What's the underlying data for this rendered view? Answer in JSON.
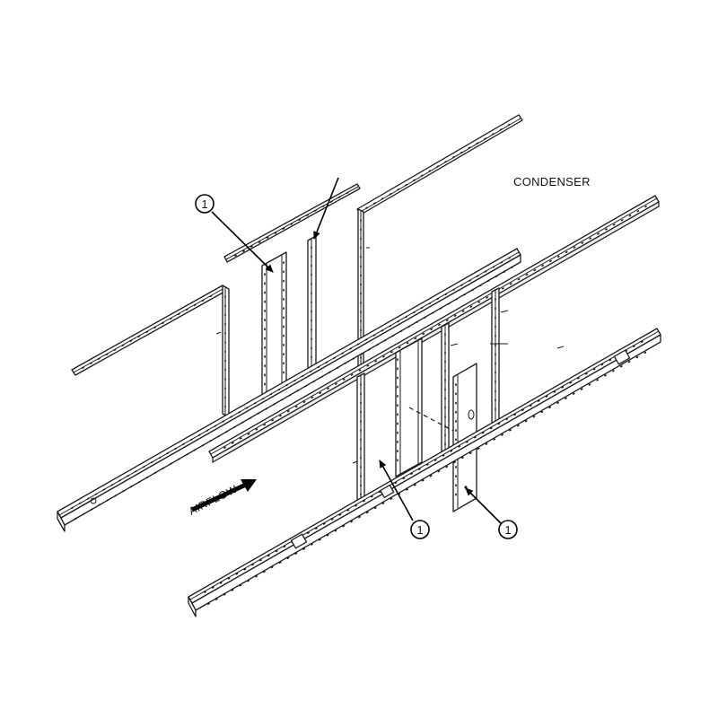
{
  "labels": {
    "condenser": "CONDENSER",
    "airflow": "AIRFLOW"
  },
  "callouts": [
    {
      "id": "callout-top-left",
      "text": "1"
    },
    {
      "id": "callout-bottom-center",
      "text": "1"
    },
    {
      "id": "callout-bottom-right",
      "text": "1"
    }
  ]
}
